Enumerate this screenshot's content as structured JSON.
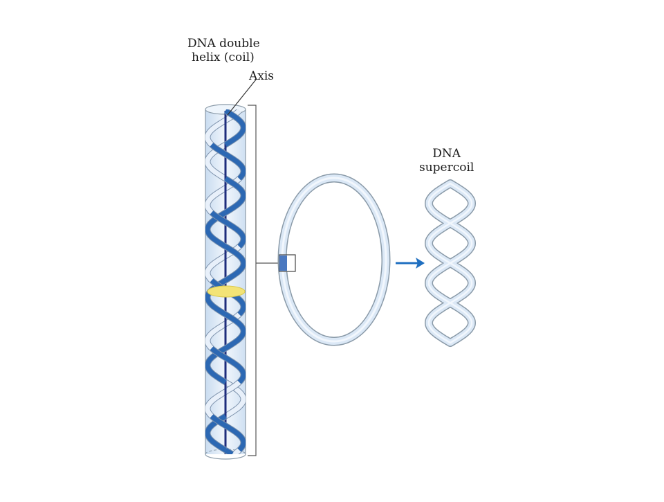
{
  "labels": {
    "helix_line1": "DNA double",
    "helix_line2": "helix (coil)",
    "axis": "Axis",
    "supercoil_line1": "DNA",
    "supercoil_line2": "supercoil"
  },
  "colors": {
    "tube_fill": "#e3eef9",
    "tube_outline": "#8a9aa8",
    "strand_dark": "#2c68b3",
    "strand_light": "#e8f0fa",
    "axis": "#1e2d7c",
    "marker": "#f3e376",
    "ring_outline": "#8a9aa8",
    "ring_fill": "#d8e6f5",
    "arrow": "#1f6fc0",
    "square_fill": "#4a78c0"
  },
  "icons": {
    "arrow": "right-arrow-icon"
  }
}
